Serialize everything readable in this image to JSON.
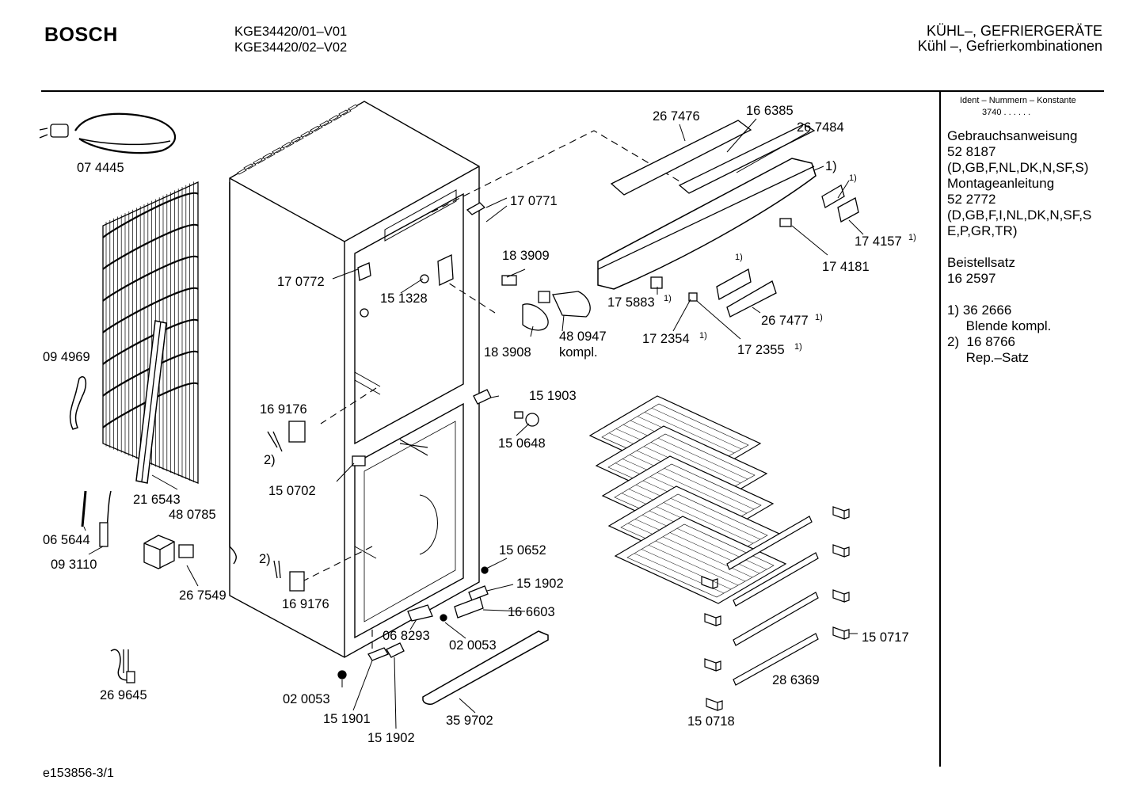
{
  "header": {
    "brand": "BOSCH",
    "models": [
      "KGE34420/01–V01",
      "KGE34420/02–V02"
    ],
    "category_main": "KÜHL–, GEFRIERGERÄTE",
    "category_sub": "Kühl –, Gefrierkombinationen"
  },
  "side_panel": {
    "ident_title": "Ident – Nummern – Konstante",
    "ident_code": "3740  .  .  .  .  .  .",
    "lines": [
      "Gebrauchsanweisung",
      "52 8187",
      "(D,GB,F,NL,DK,N,SF,S)",
      "Montageanleitung",
      "52 2772",
      "(D,GB,F,I,NL,DK,N,SF,S",
      "E,P,GR,TR)",
      "",
      "Beistellsatz",
      "16 2597",
      "",
      "1) 36 2666",
      "     Blende kompl.",
      "2)  16 8766",
      "     Rep.–Satz"
    ]
  },
  "footer": "e153856-3/1",
  "part_labels": [
    {
      "id": "p074445",
      "text": "07 4445"
    },
    {
      "id": "p267476",
      "text": "26 7476"
    },
    {
      "id": "p166385",
      "text": "16 6385"
    },
    {
      "id": "p267484",
      "text": "26 7484"
    },
    {
      "id": "pm1a",
      "text": "1)"
    },
    {
      "id": "pm1b",
      "text": "1)"
    },
    {
      "id": "p170771",
      "text": "17 0771"
    },
    {
      "id": "p174157",
      "text": "17 4157"
    },
    {
      "id": "p174157s",
      "text": "1)"
    },
    {
      "id": "p183909",
      "text": "18 3909"
    },
    {
      "id": "p174181",
      "text": "17 4181"
    },
    {
      "id": "p170772",
      "text": "17 0772"
    },
    {
      "id": "pm1c",
      "text": "1)"
    },
    {
      "id": "p151328",
      "text": "15 1328"
    },
    {
      "id": "p175883",
      "text": "17 5883"
    },
    {
      "id": "p175883s",
      "text": "1)"
    },
    {
      "id": "p267477",
      "text": "26 7477"
    },
    {
      "id": "p267477s",
      "text": "1)"
    },
    {
      "id": "p480947",
      "text": "48 0947"
    },
    {
      "id": "pkompl",
      "text": "kompl."
    },
    {
      "id": "p172354",
      "text": "17 2354"
    },
    {
      "id": "p172354s",
      "text": "1)"
    },
    {
      "id": "p172355",
      "text": "17 2355"
    },
    {
      "id": "p172355s",
      "text": "1)"
    },
    {
      "id": "p183908",
      "text": "18 3908"
    },
    {
      "id": "p094969",
      "text": "09 4969"
    },
    {
      "id": "p151903",
      "text": "15 1903"
    },
    {
      "id": "p169176a",
      "text": "16 9176"
    },
    {
      "id": "p150648",
      "text": "15 0648"
    },
    {
      "id": "pm2a",
      "text": "2)"
    },
    {
      "id": "p150702",
      "text": "15 0702"
    },
    {
      "id": "p216543",
      "text": "21 6543"
    },
    {
      "id": "p480785",
      "text": "48 0785"
    },
    {
      "id": "p065644",
      "text": "06 5644"
    },
    {
      "id": "p093110",
      "text": "09 3110"
    },
    {
      "id": "pm2b",
      "text": "2)"
    },
    {
      "id": "p150652",
      "text": "15 0652"
    },
    {
      "id": "p151902a",
      "text": "15 1902"
    },
    {
      "id": "p267549",
      "text": "26 7549"
    },
    {
      "id": "p169176b",
      "text": "16 9176"
    },
    {
      "id": "p166603",
      "text": "16 6603"
    },
    {
      "id": "p068293",
      "text": "06 8293"
    },
    {
      "id": "p020053a",
      "text": "02 0053"
    },
    {
      "id": "p150717",
      "text": "15 0717"
    },
    {
      "id": "p286369",
      "text": "28 6369"
    },
    {
      "id": "p269645",
      "text": "26 9645"
    },
    {
      "id": "p020053b",
      "text": "02 0053"
    },
    {
      "id": "p151901",
      "text": "15 1901"
    },
    {
      "id": "p359702",
      "text": "35 9702"
    },
    {
      "id": "p150718",
      "text": "15 0718"
    },
    {
      "id": "p151902b",
      "text": "15 1902"
    }
  ]
}
